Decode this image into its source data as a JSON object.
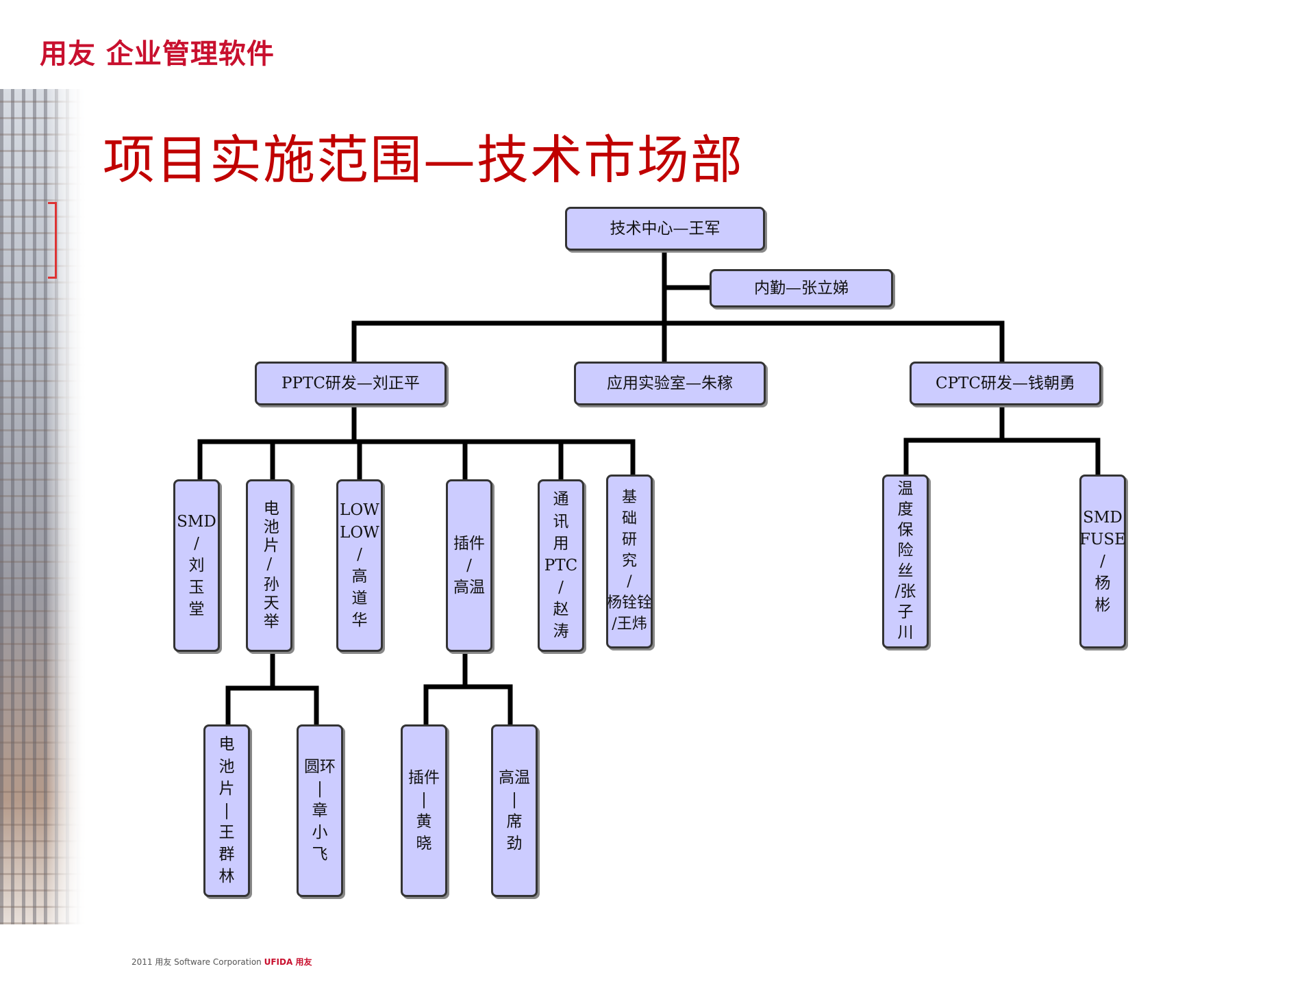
{
  "header": {
    "logo": "用友 企业管理软件",
    "title": "项目实施范围—技术市场部"
  },
  "org": {
    "root": "技术中心—王军",
    "assistant": "内勤—张立娣",
    "pptc": "PPTC研发—刘正平",
    "lab": "应用实验室—朱稼",
    "cptc": "CPTC研发—钱朝勇",
    "smd": [
      "SMD",
      "/",
      "刘",
      "玉",
      "堂"
    ],
    "battery": "电池片/孙天举",
    "low": [
      "LOW",
      "LOW",
      "/",
      "高",
      "道",
      "华"
    ],
    "plugin": [
      "插件",
      "/",
      "高温"
    ],
    "comm": [
      "通",
      "讯",
      "用",
      "PTC",
      "/",
      "赵",
      "涛"
    ],
    "basic": [
      "基",
      "础",
      "研",
      "究",
      "/",
      "杨铨铨",
      "/王炜"
    ],
    "temp_fuse": [
      "温",
      "度",
      "保",
      "险",
      "丝",
      "/张",
      "子",
      "川"
    ],
    "smd_fuse": [
      "SMD",
      "FUSE",
      "/",
      "杨",
      "彬"
    ],
    "battery_wang": [
      "电",
      "池",
      "片",
      "|",
      "王",
      "群",
      "林"
    ],
    "ring": [
      "圆环",
      "|",
      "章",
      "小",
      "飞"
    ],
    "plugin_huang": [
      "插件",
      "|",
      "黄",
      "晓"
    ],
    "hightemp_xi": [
      "高温",
      "|",
      "席",
      "劲"
    ]
  },
  "footer": {
    "text": "2011 用友 Software Corporation",
    "brand": "UFIDA 用友"
  }
}
